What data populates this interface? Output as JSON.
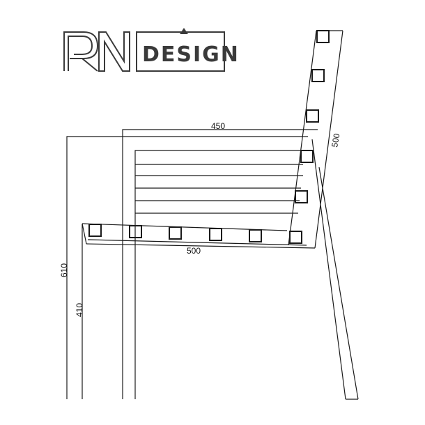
{
  "logo": {
    "monogram": "RN",
    "wordmark": "DESIGN"
  },
  "dimensions": {
    "top_width": "450",
    "seat_depth": "500",
    "back_length": "500",
    "total_height": "610",
    "seat_height": "410"
  },
  "colors": {
    "line": "#1a1a1a",
    "logo": "#3a3a3a"
  }
}
